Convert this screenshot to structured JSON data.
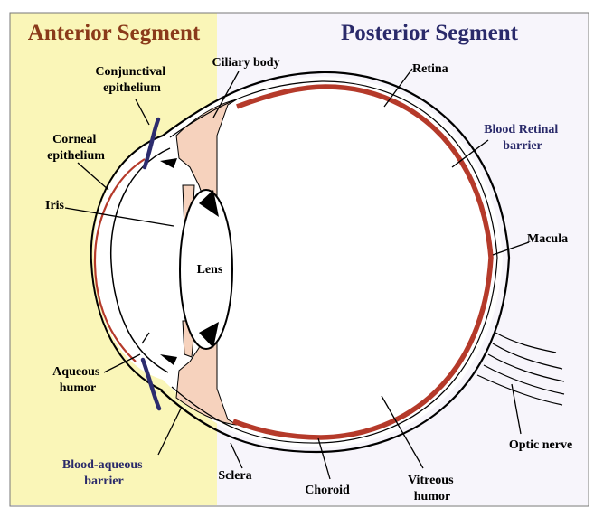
{
  "diagram": {
    "headers": {
      "anterior": "Anterior Segment",
      "posterior": "Posterior Segment"
    },
    "labels": {
      "conjunctival": [
        "Conjunctival",
        "epithelium"
      ],
      "corneal": [
        "Corneal",
        "epithelium"
      ],
      "iris": "Iris",
      "lens": "Lens",
      "aqueous": [
        "Aqueous",
        "humor"
      ],
      "blood_aqueous": [
        "Blood-aqueous",
        "barrier"
      ],
      "sclera": "Sclera",
      "choroid": "Choroid",
      "vitreous": [
        "Vitreous",
        "humor"
      ],
      "optic_nerve": "Optic nerve",
      "macula": "Macula",
      "blood_retinal": [
        "Blood Retinal",
        "barrier"
      ],
      "retina": "Retina",
      "ciliary_body": "Ciliary body"
    },
    "colors": {
      "anterior_bg": "#faf6b8",
      "posterior_bg": "#f7f5fb",
      "retina": "#b53a2a",
      "ciliary": "#f6d2bd",
      "conjunctiva": "#2c2c6e",
      "title": "#8a3a1a",
      "title_blue": "#2a2a6a"
    }
  }
}
